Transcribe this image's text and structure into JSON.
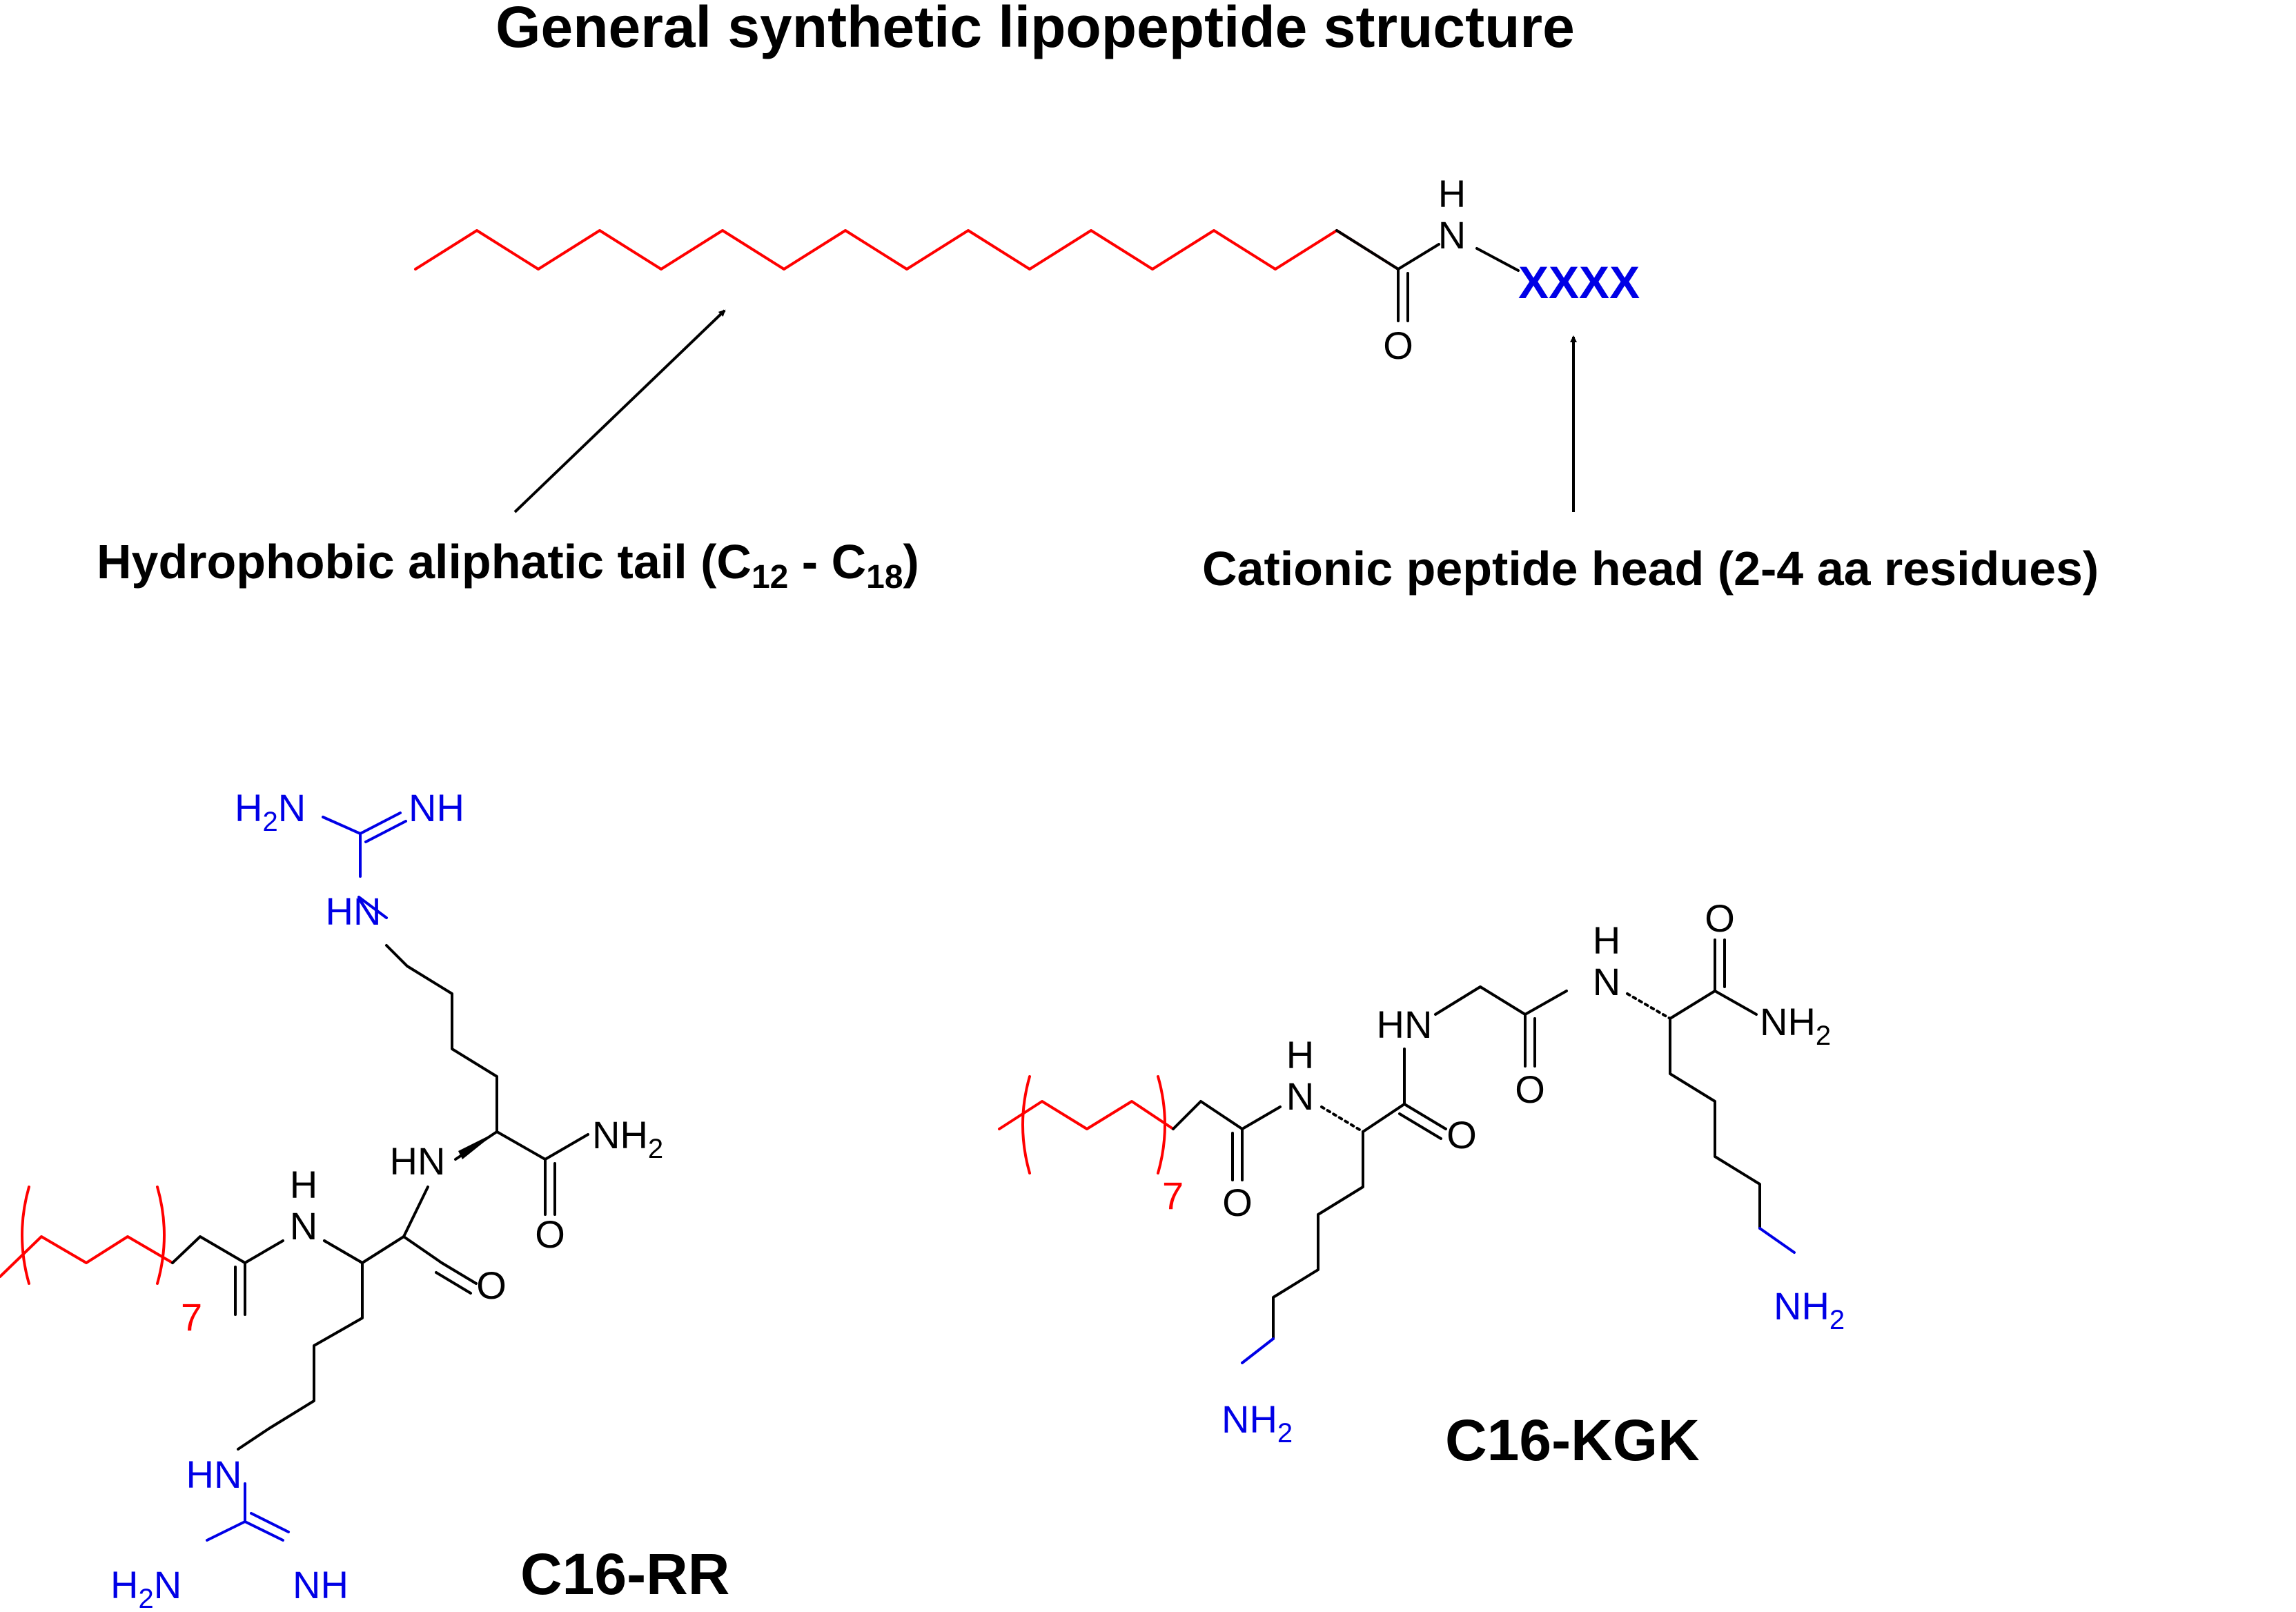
{
  "title": "General synthetic lipopeptide structure",
  "general": {
    "tail_label": "Hydrophobic aliphatic tail (C",
    "tail_sub1": "12",
    "tail_mid": " - C",
    "tail_sub2": "18",
    "tail_end": ")",
    "head_label": "Cationic peptide head (2-4 aa residues)",
    "residues": "XXXX",
    "atom_H": "H",
    "atom_N": "N",
    "atom_O": "O"
  },
  "c16rr": {
    "name": "C16-RR",
    "repeat": "7",
    "h2n": "H",
    "two": "2",
    "nh2_N": "N",
    "nh2_H": "H",
    "NH": "NH",
    "HN": "HN",
    "H": "H",
    "N": "N",
    "O": "O"
  },
  "c16kgk": {
    "name": "C16-KGK",
    "repeat": "7",
    "NH": "NH",
    "HN": "HN",
    "H": "H",
    "N": "N",
    "O": "O",
    "two": "2"
  },
  "colors": {
    "tail": "#ff0000",
    "head": "#0000e6",
    "backbone": "#000000"
  }
}
